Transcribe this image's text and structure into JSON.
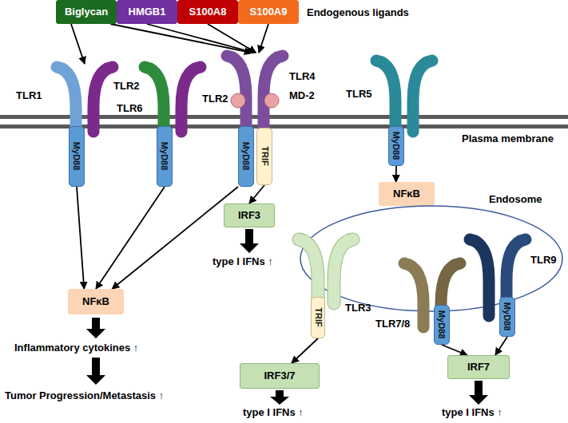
{
  "diagram": {
    "nodes": [
      {
        "text": [
          "Biglycan"
        ]
      },
      {
        "text": [
          "HMGB1"
        ]
      },
      {
        "text": [
          "S100A8"
        ]
      },
      {
        "text": [
          "S100A9"
        ]
      },
      {
        "text": [
          "TLR1",
          "TLR2"
        ]
      },
      {
        "text": [
          "TLR6",
          "TLR2"
        ]
      },
      {
        "text": [
          "TLR4",
          "MD-2"
        ]
      },
      {
        "text": [
          "TLR5"
        ]
      },
      {
        "text": [
          "MyD88"
        ]
      },
      {
        "text": [
          "MyD88"
        ]
      },
      {
        "text": [
          "MyD88"
        ]
      },
      {
        "text": [
          "TRIF"
        ]
      },
      {
        "text": [
          "MyD88"
        ]
      },
      {
        "text": [
          "NFκB"
        ]
      },
      {
        "text": [
          "IRF3"
        ]
      },
      {
        "text": [
          "NFκB"
        ]
      },
      {
        "text": [
          "Endosome"
        ]
      },
      {
        "text": [
          "TLR3"
        ]
      },
      {
        "text": [
          "TLR7/8"
        ]
      },
      {
        "text": [
          "TLR9"
        ]
      },
      {
        "text": [
          "TRIF"
        ]
      },
      {
        "text": [
          "MyD88"
        ]
      },
      {
        "text": [
          "MyD88"
        ]
      },
      {
        "text": [
          "IRF3/7"
        ]
      },
      {
        "text": [
          "IRF7"
        ]
      }
    ],
    "edges": [
      {
        "from": 0,
        "to": 4,
        "arrow": "to"
      },
      {
        "from": 0,
        "to": 6,
        "arrow": "to"
      },
      {
        "from": 1,
        "to": 6,
        "arrow": "to"
      },
      {
        "from": 2,
        "to": 6,
        "arrow": "to"
      },
      {
        "from": 3,
        "to": 6,
        "arrow": "to"
      },
      {
        "from": 8,
        "to": 13,
        "arrow": "to"
      },
      {
        "from": 9,
        "to": 13,
        "arrow": "to"
      },
      {
        "from": 10,
        "to": 13,
        "arrow": "to"
      },
      {
        "from": 11,
        "to": 14,
        "arrow": "to"
      },
      {
        "from": 12,
        "to": 15,
        "arrow": "to"
      },
      {
        "from": 20,
        "to": 23,
        "arrow": "to"
      },
      {
        "from": 21,
        "to": 24,
        "arrow": "to"
      },
      {
        "from": 22,
        "to": 24,
        "arrow": "to"
      }
    ],
    "labels": [
      "Endogenous ligands",
      "Plasma membrane",
      "type I IFNs ↑",
      "Inflammatory cytokines ↑",
      "Tumor Progression/Metastasis ↑",
      "type I IFNs ↑",
      "type I IFNs ↑"
    ]
  }
}
